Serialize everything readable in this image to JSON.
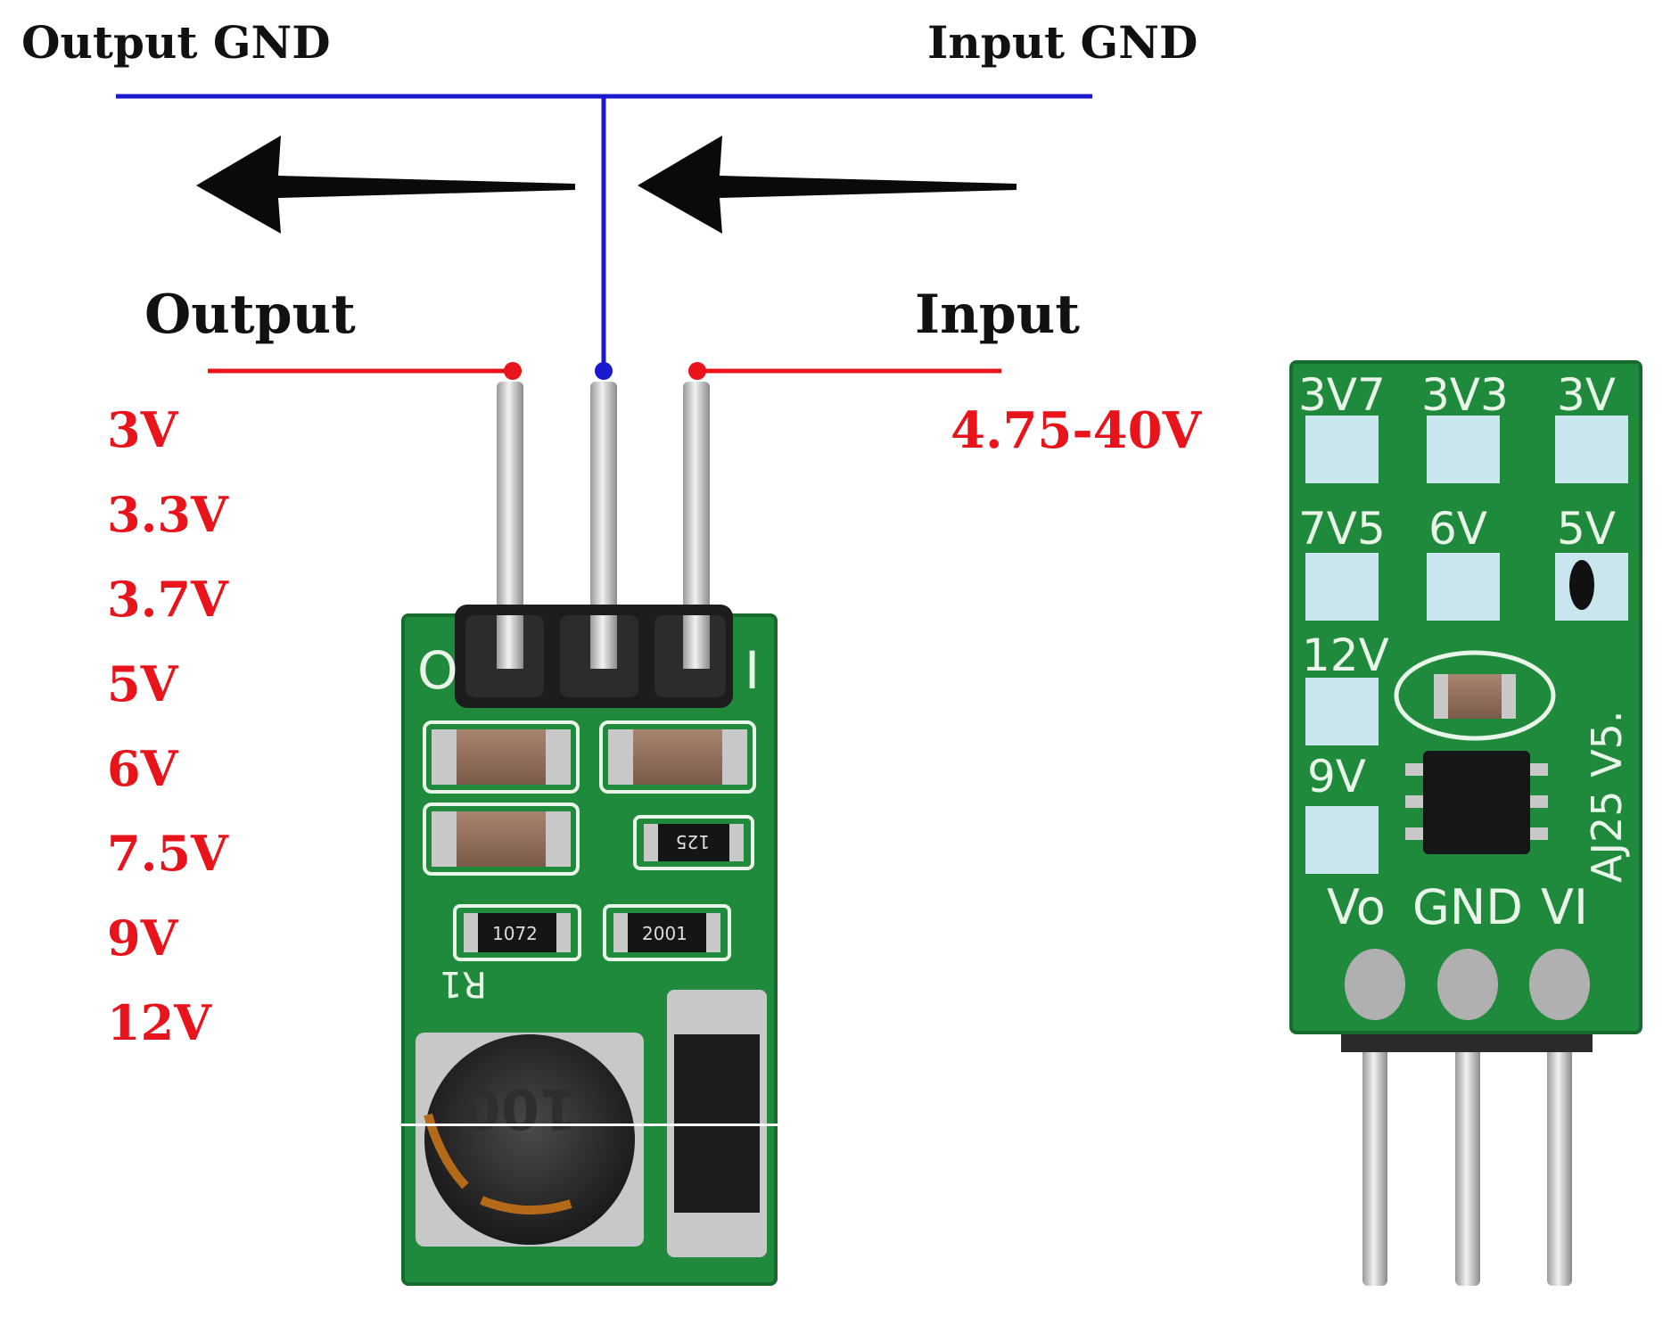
{
  "labels": {
    "output_gnd": "Output GND",
    "input_gnd": "Input GND",
    "output": "Output",
    "input": "Input",
    "input_range": "4.75-40V"
  },
  "output_voltages": [
    "3V",
    "3.3V",
    "3.7V",
    "5V",
    "6V",
    "7.5V",
    "9V",
    "12V"
  ],
  "board_front": {
    "pin_marks": {
      "left": "O",
      "right": "I"
    },
    "component_codes": {
      "resistor_a": "125",
      "resistor_b": "1072",
      "resistor_c": "2001",
      "ref": "R1",
      "inductor": "100"
    }
  },
  "board_back": {
    "pad_row1": [
      "3V7",
      "3V3",
      "3V"
    ],
    "pad_row2": [
      "7V5",
      "6V",
      "5V"
    ],
    "pad_col": [
      "12V",
      "9V"
    ],
    "side_text": "AJ25 V5.",
    "pin_labels": [
      "Vo",
      "GND",
      "VI"
    ]
  },
  "colors": {
    "gnd_line": "#1a1acc",
    "signal_line": "#e8131b",
    "pcb_green": "#1f8a3c",
    "pad_color": "#c9e6ee"
  }
}
